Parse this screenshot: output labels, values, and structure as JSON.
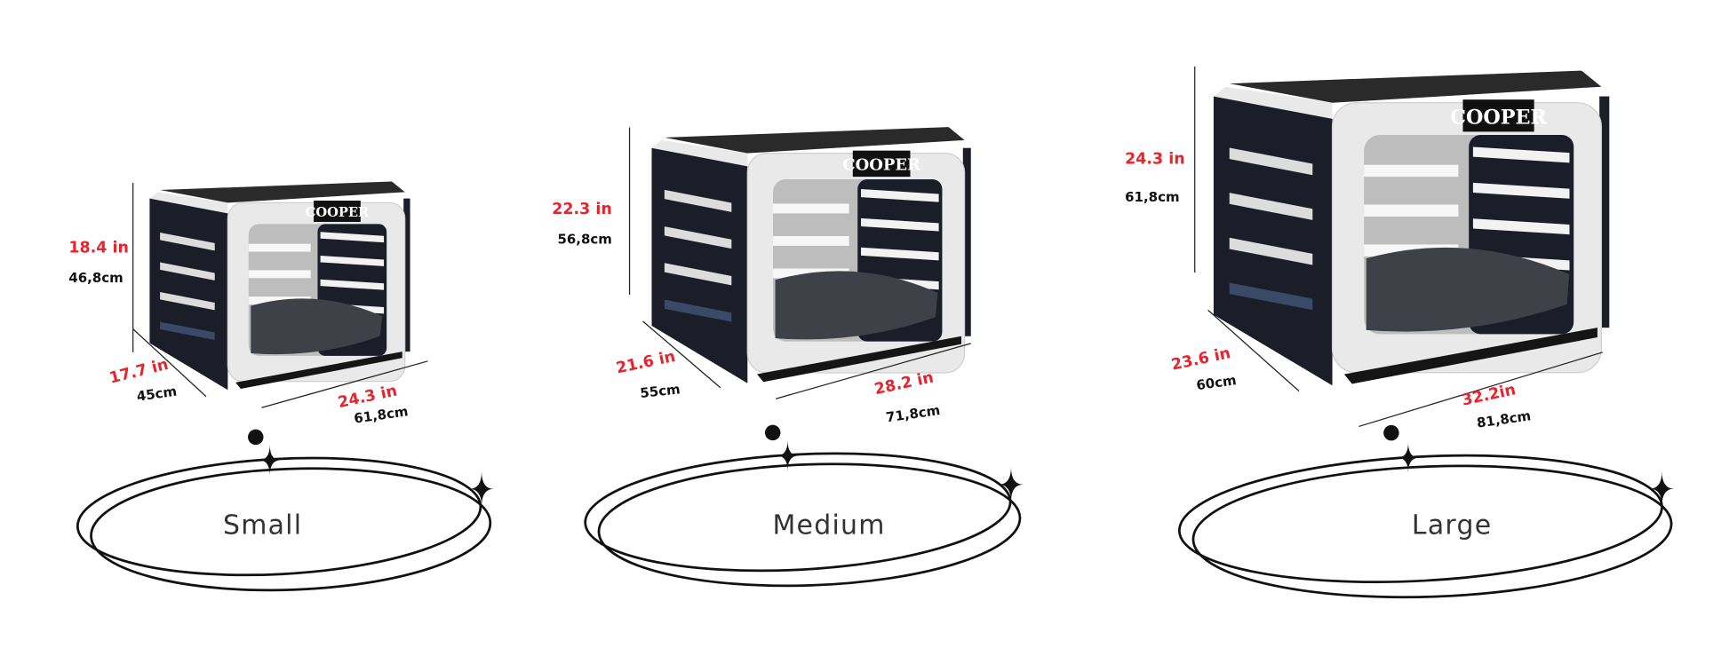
{
  "brand": "COOPER",
  "colors": {
    "dimension_in": "#e8232b",
    "dimension_cm": "#111111",
    "panel": "#1b1e29",
    "frame": "#e9e9e9",
    "cushion": "#3e4148"
  },
  "products": [
    {
      "size": "Small",
      "height_in": "18.4 in",
      "height_cm": "46,8cm",
      "depth_in": "17.7 in",
      "depth_cm": "45cm",
      "width_in": "24.3 in",
      "width_cm": "61,8cm"
    },
    {
      "size": "Medium",
      "height_in": "22.3 in",
      "height_cm": "56,8cm",
      "depth_in": "21.6 in",
      "depth_cm": "55cm",
      "width_in": "28.2 in",
      "width_cm": "71,8cm"
    },
    {
      "size": "Large",
      "height_in": "24.3 in",
      "height_cm": "61,8cm",
      "depth_in": "23.6 in",
      "depth_cm": "60cm",
      "width_in": "32.2in",
      "width_cm": "81,8cm"
    }
  ]
}
